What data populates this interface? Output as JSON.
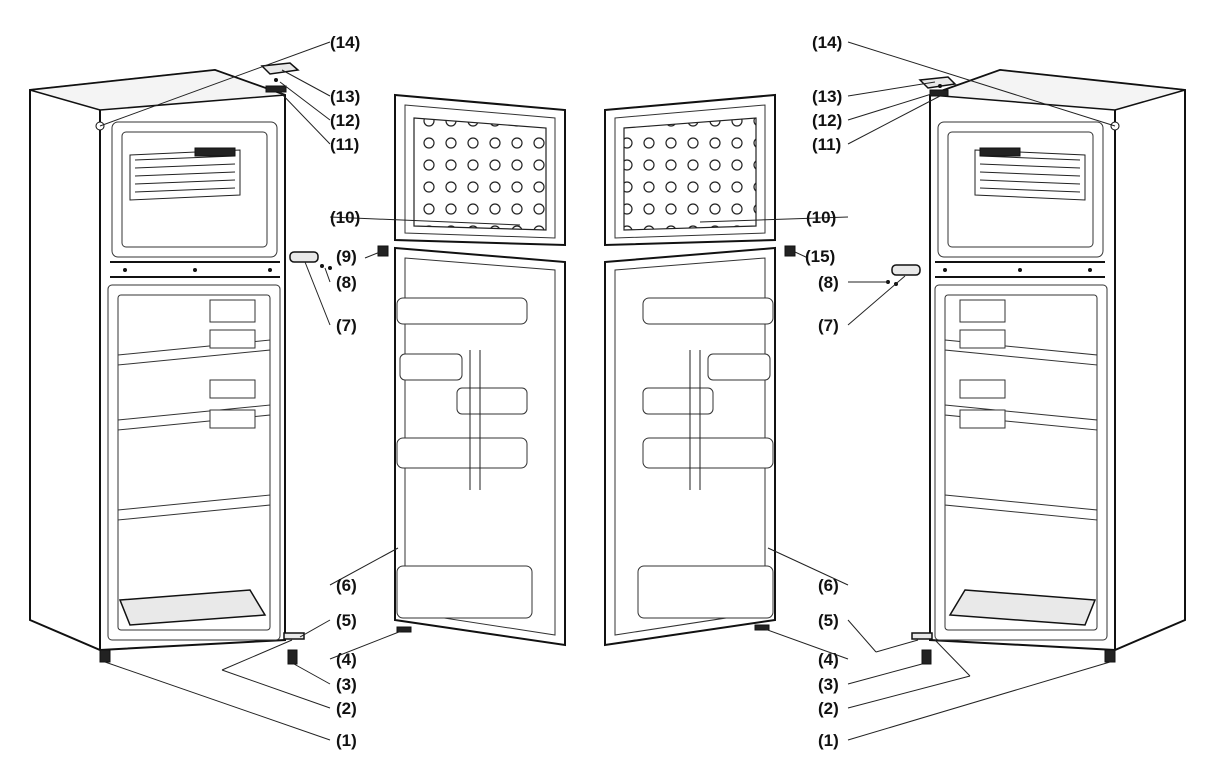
{
  "labels": {
    "l1": "(1)",
    "l2": "(2)",
    "l3": "(3)",
    "l4": "(4)",
    "l5": "(5)",
    "l6": "(6)",
    "l7": "(7)",
    "l8": "(8)",
    "l9": "(9)",
    "l10": "(10)",
    "l11": "(11)",
    "l12": "(12)",
    "l13": "(13)",
    "l14": "(14)",
    "l15": "(15)"
  }
}
